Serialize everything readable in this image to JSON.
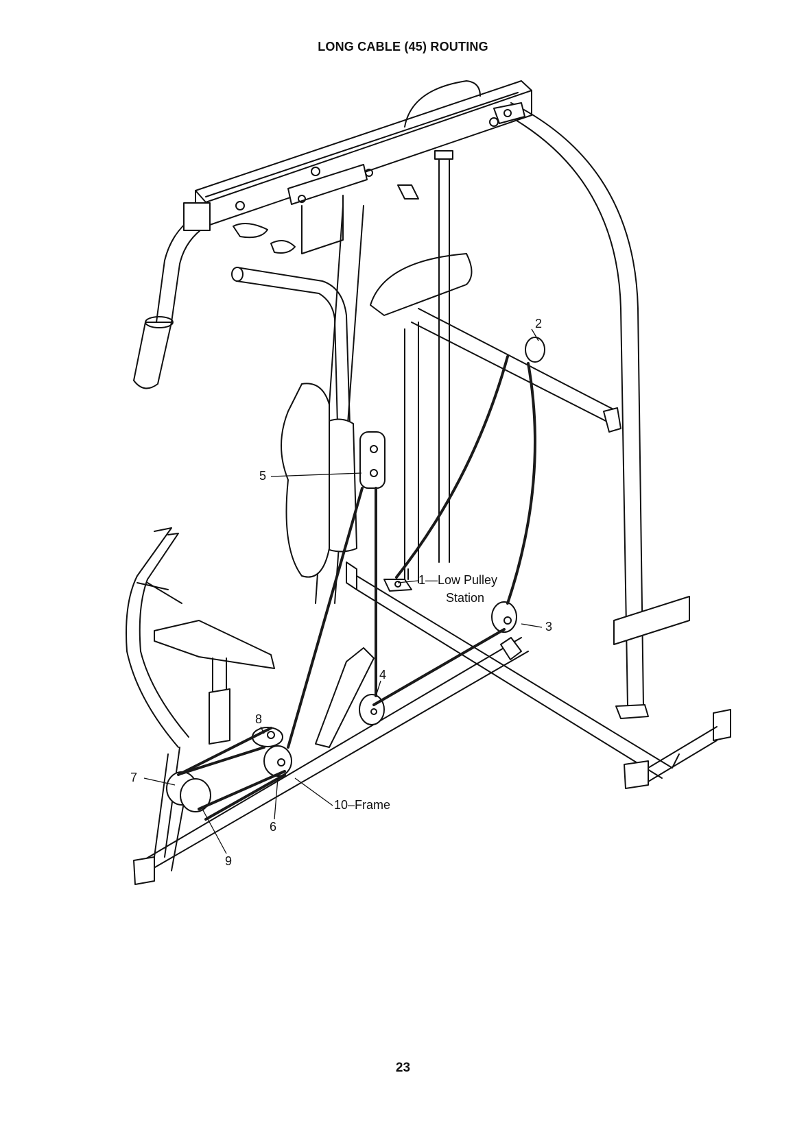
{
  "title": "LONG CABLE (45) ROUTING",
  "page_number": "23",
  "callouts": [
    {
      "id": "1",
      "text": "1—Low Pulley"
    },
    {
      "id": "1b",
      "text": "Station"
    },
    {
      "id": "2",
      "text": "2"
    },
    {
      "id": "3",
      "text": "3"
    },
    {
      "id": "4",
      "text": "4"
    },
    {
      "id": "5",
      "text": "5"
    },
    {
      "id": "6",
      "text": "6"
    },
    {
      "id": "7",
      "text": "7"
    },
    {
      "id": "8",
      "text": "8"
    },
    {
      "id": "9",
      "text": "9"
    },
    {
      "id": "10",
      "text": "10–Frame"
    }
  ],
  "colors": {
    "ink": "#111111",
    "paper": "#ffffff",
    "cable": "#1a1a1a"
  }
}
